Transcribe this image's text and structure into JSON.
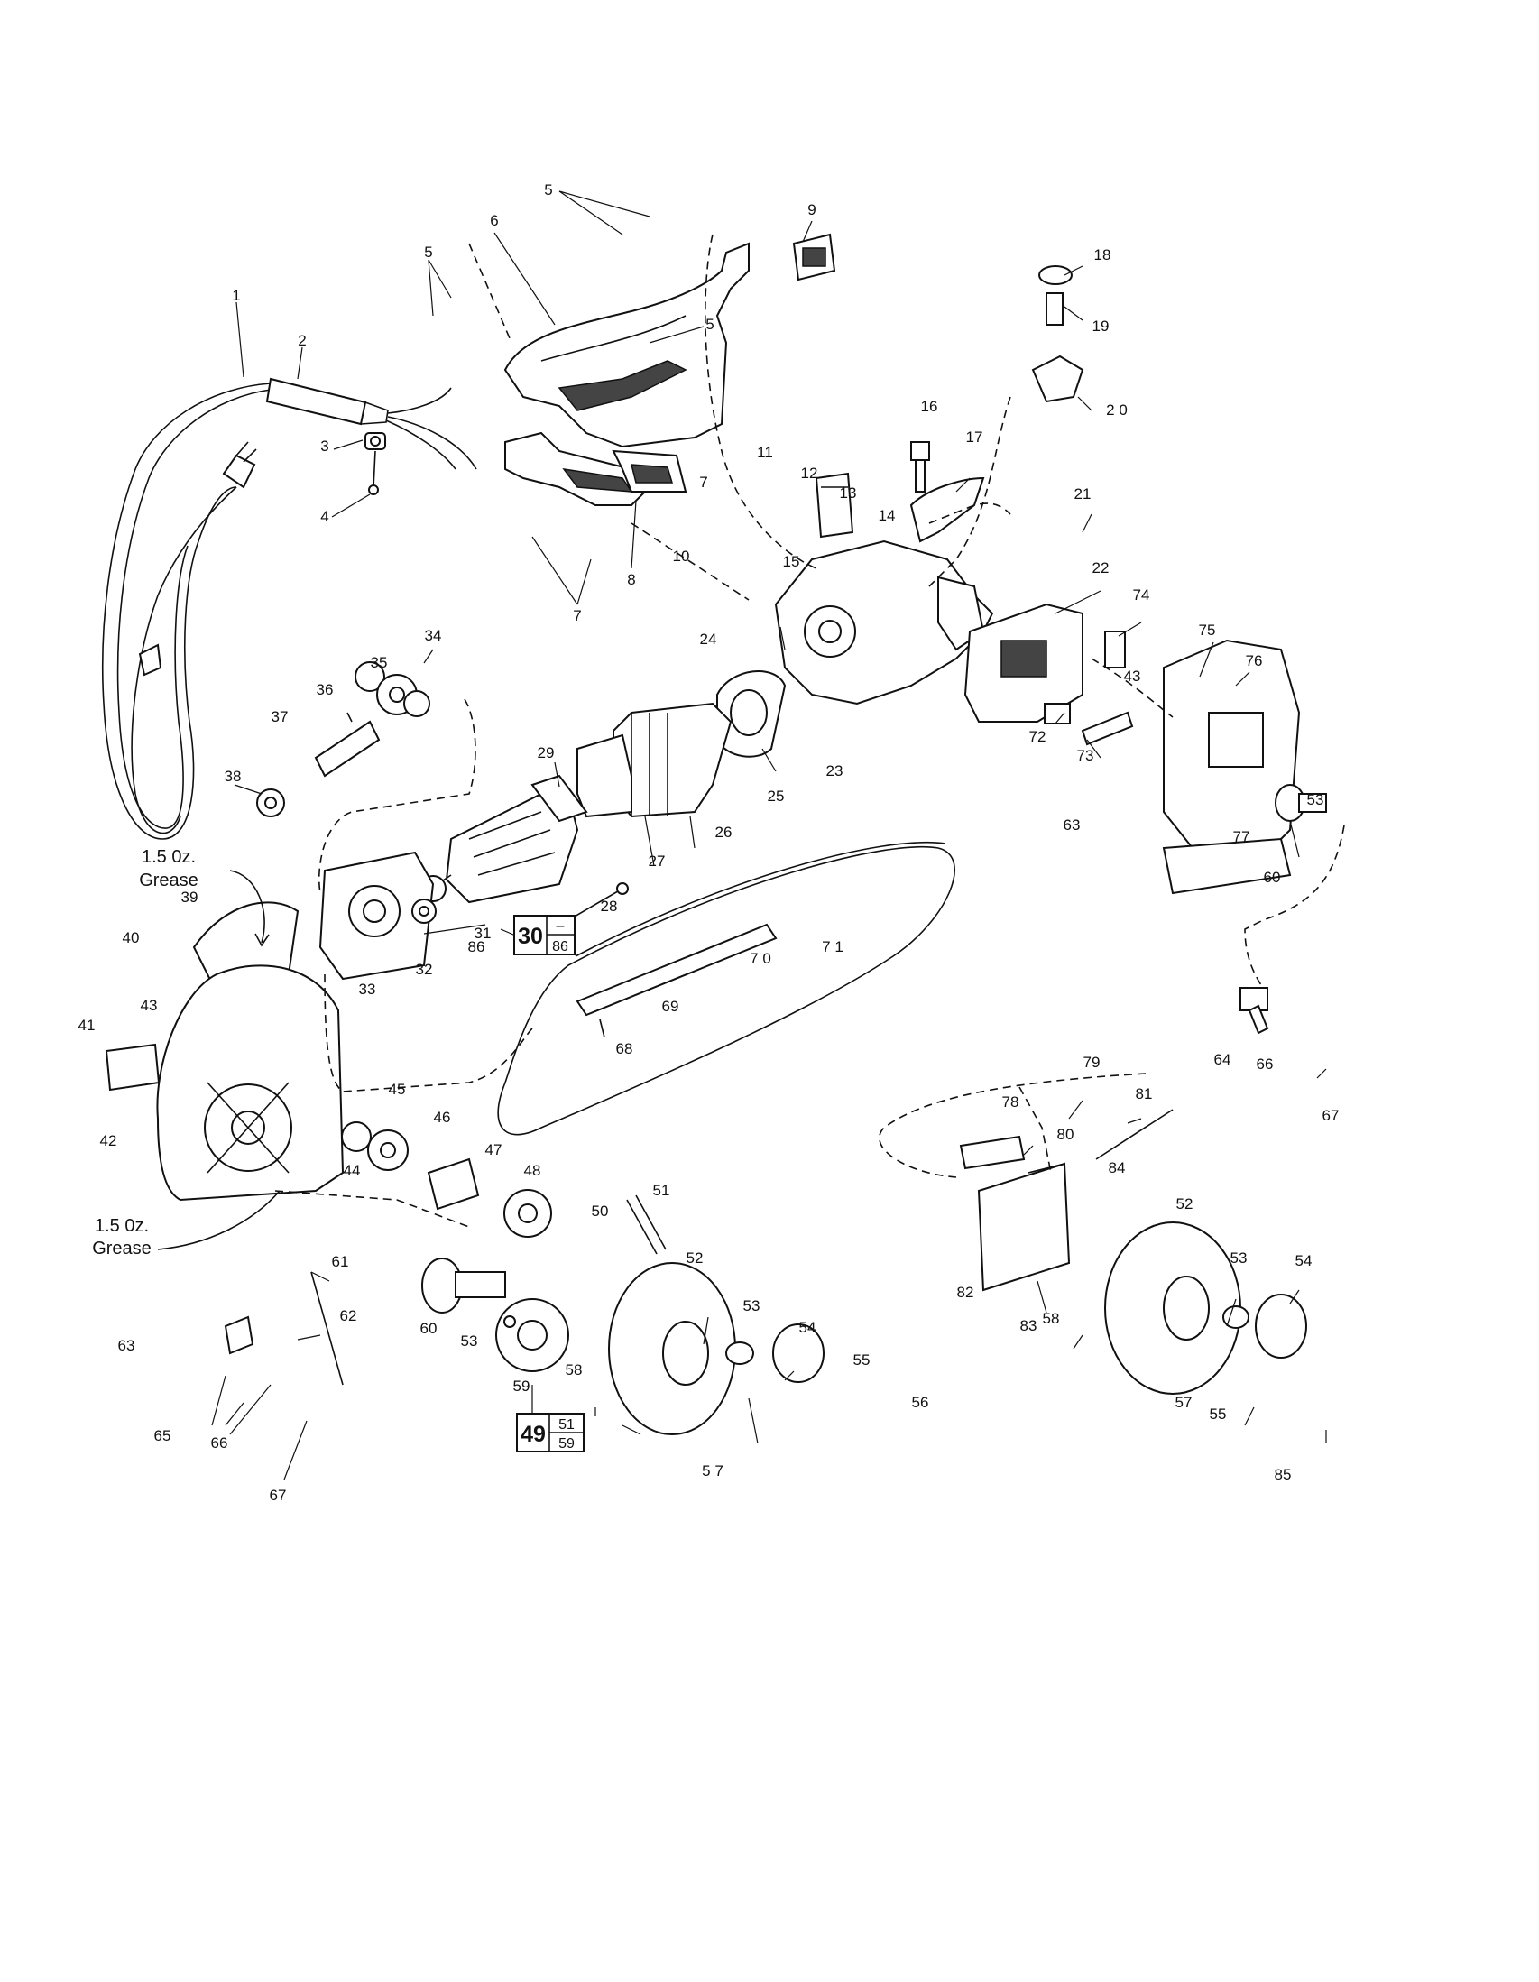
{
  "callouts": {
    "c1": "1",
    "c2": "2",
    "c3": "3",
    "c4": "4",
    "c5a": "5",
    "c5b": "5",
    "c5c": "5",
    "c6": "6",
    "c7a": "7",
    "c7b": "7",
    "c8": "8",
    "c9": "9",
    "c10": "10",
    "c11": "11",
    "c12": "12",
    "c13": "13",
    "c14": "14",
    "c15": "15",
    "c16": "16",
    "c17": "17",
    "c18": "18",
    "c19": "19",
    "c20": "2 0",
    "c21": "21",
    "c22": "22",
    "c23": "23",
    "c24": "24",
    "c25": "25",
    "c26": "26",
    "c27": "27",
    "c28": "28",
    "c29": "29",
    "c31": "31",
    "c32": "32",
    "c33": "33",
    "c34": "34",
    "c35": "35",
    "c36": "36",
    "c37": "37",
    "c38": "38",
    "c39": "39",
    "c40": "40",
    "c41": "41",
    "c42": "42",
    "c43a": "43",
    "c43b": "43",
    "c44": "44",
    "c45": "45",
    "c46": "46",
    "c47": "47",
    "c48": "48",
    "c50": "50",
    "c51": "51",
    "c52a": "52",
    "c52b": "52",
    "c53a": "53",
    "c53b": "53",
    "c53c": "53",
    "c53d": "53",
    "c54a": "54",
    "c54b": "54",
    "c55a": "55",
    "c55b": "55",
    "c56": "56",
    "c57a": "5 7",
    "c57b": "57",
    "c58a": "58",
    "c58b": "58",
    "c59": "59",
    "c60a": "60",
    "c60b": "60",
    "c61": "61",
    "c62": "62",
    "c63a": "63",
    "c63b": "63",
    "c64": "64",
    "c65": "65",
    "c66a": "66",
    "c66b": "66",
    "c67a": "67",
    "c67b": "67",
    "c68": "68",
    "c69": "69",
    "c70": "7 0",
    "c71": "7 1",
    "c72": "72",
    "c73": "73",
    "c74": "74",
    "c75": "75",
    "c76": "76",
    "c77": "77",
    "c78": "78",
    "c79": "79",
    "c80": "80",
    "c81": "81",
    "c82": "82",
    "c83": "83",
    "c84": "84",
    "c85": "85",
    "c86": "86"
  },
  "notes": {
    "grease_top_line1": "1.5 0z.",
    "grease_top_line2": "Grease",
    "grease_bottom_line1": "1.5 0z.",
    "grease_bottom_line2": "Grease"
  },
  "assemblies": {
    "armature": {
      "main": "30",
      "sub_top": "–",
      "sub_bottom": "86"
    },
    "sprocket": {
      "main": "49",
      "sub_top": "51",
      "sub_bottom": "59"
    }
  }
}
